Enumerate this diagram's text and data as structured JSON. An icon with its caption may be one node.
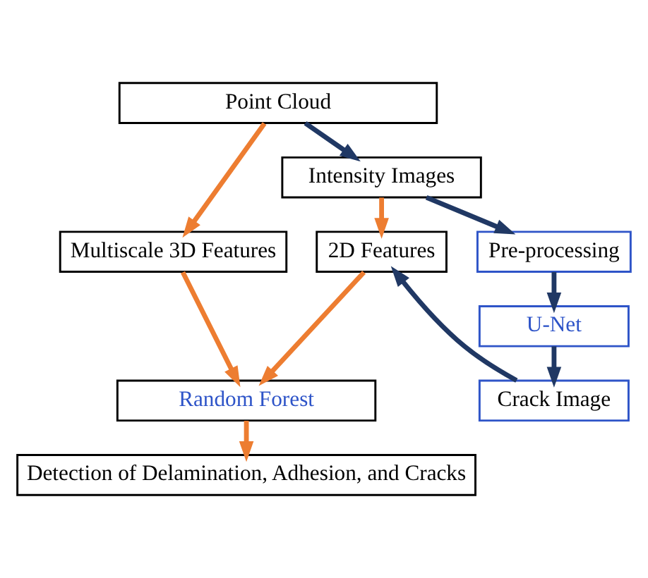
{
  "diagram": {
    "nodes": [
      {
        "text": [
          "Point Cloud"
        ]
      },
      {
        "text": [
          "Intensity Images"
        ]
      },
      {
        "text": [
          "Multiscale 3D Features"
        ]
      },
      {
        "text": [
          "2D Features"
        ]
      },
      {
        "text": [
          "Pre-processing"
        ]
      },
      {
        "text": [
          "U-Net"
        ]
      },
      {
        "text": [
          "Crack Image"
        ]
      },
      {
        "text": [
          "Random Forest"
        ]
      },
      {
        "text": [
          "Detection of Delamination, Adhesion, and Cracks"
        ]
      }
    ],
    "edges": [
      {
        "from": 0,
        "to": 2,
        "arrow": "to",
        "color": "#ed7d31"
      },
      {
        "from": 0,
        "to": 1,
        "arrow": "to",
        "color": "#203864"
      },
      {
        "from": 1,
        "to": 3,
        "arrow": "to",
        "color": "#ed7d31"
      },
      {
        "from": 1,
        "to": 4,
        "arrow": "to",
        "color": "#203864"
      },
      {
        "from": 4,
        "to": 5,
        "arrow": "to",
        "color": "#203864"
      },
      {
        "from": 5,
        "to": 6,
        "arrow": "to",
        "color": "#203864"
      },
      {
        "from": 6,
        "to": 3,
        "arrow": "to",
        "color": "#203864"
      },
      {
        "from": 2,
        "to": 7,
        "arrow": "to",
        "color": "#ed7d31"
      },
      {
        "from": 3,
        "to": 7,
        "arrow": "to",
        "color": "#ed7d31"
      },
      {
        "from": 7,
        "to": 8,
        "arrow": "to",
        "color": "#ed7d31"
      }
    ]
  }
}
